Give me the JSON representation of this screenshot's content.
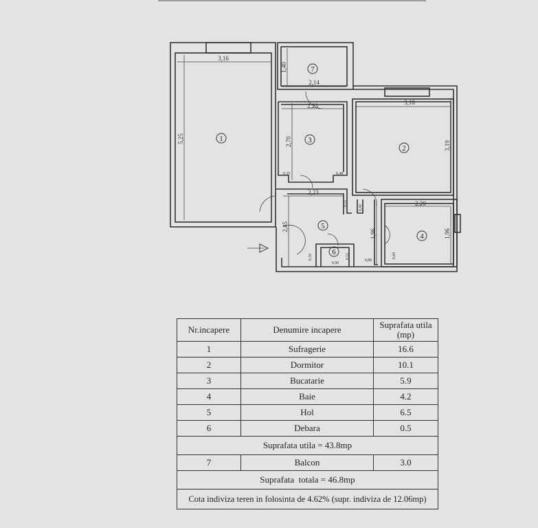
{
  "plan": {
    "rooms": [
      "1",
      "2",
      "3",
      "4",
      "5",
      "6",
      "7"
    ],
    "dimensions": {
      "r1_width": "3,16",
      "r1_length": "5,25",
      "r7_height": "1,40",
      "r7_width": "2,14",
      "r3_top": "2,23",
      "r3_height": "2,70",
      "r3_left_niche": "0,35",
      "r3_right_niche": "0,48",
      "r2_width": "3,18",
      "r2_height": "3,19",
      "hall_width": "2,23",
      "hall_height": "2,45",
      "hall_niche": "0,51",
      "hall_niche2": "0,42",
      "corridor": "1,96",
      "r6_width": "0,90",
      "r6_height": "0,51",
      "hall_small": "0,50",
      "door_width": "0,80",
      "r4_width": "2,20",
      "r4_height": "1,96",
      "r4_niche": "0,60"
    }
  },
  "table": {
    "headers": [
      "Nr.incapere",
      "Denumire incapere",
      "Suprafata utila (mp)"
    ],
    "rows": [
      {
        "nr": "1",
        "name": "Sufragerie",
        "area": "16.6"
      },
      {
        "nr": "2",
        "name": "Dormitor",
        "area": "10.1"
      },
      {
        "nr": "3",
        "name": "Bucatarie",
        "area": "5.9"
      },
      {
        "nr": "4",
        "name": "Baie",
        "area": "4.2"
      },
      {
        "nr": "5",
        "name": "Hol",
        "area": "6.5"
      },
      {
        "nr": "6",
        "name": "Debara",
        "area": "0.5"
      }
    ],
    "useful_total": "Suprafata utila = 43.8mp",
    "balcony": {
      "nr": "7",
      "name": "Balcon",
      "area": "3.0"
    },
    "grand_total": "Suprafata  totala = 46.8mp",
    "land_share": "Cota indiviza teren in folosinta de 4.62% (supr. indiviza de 12.06mp)"
  }
}
